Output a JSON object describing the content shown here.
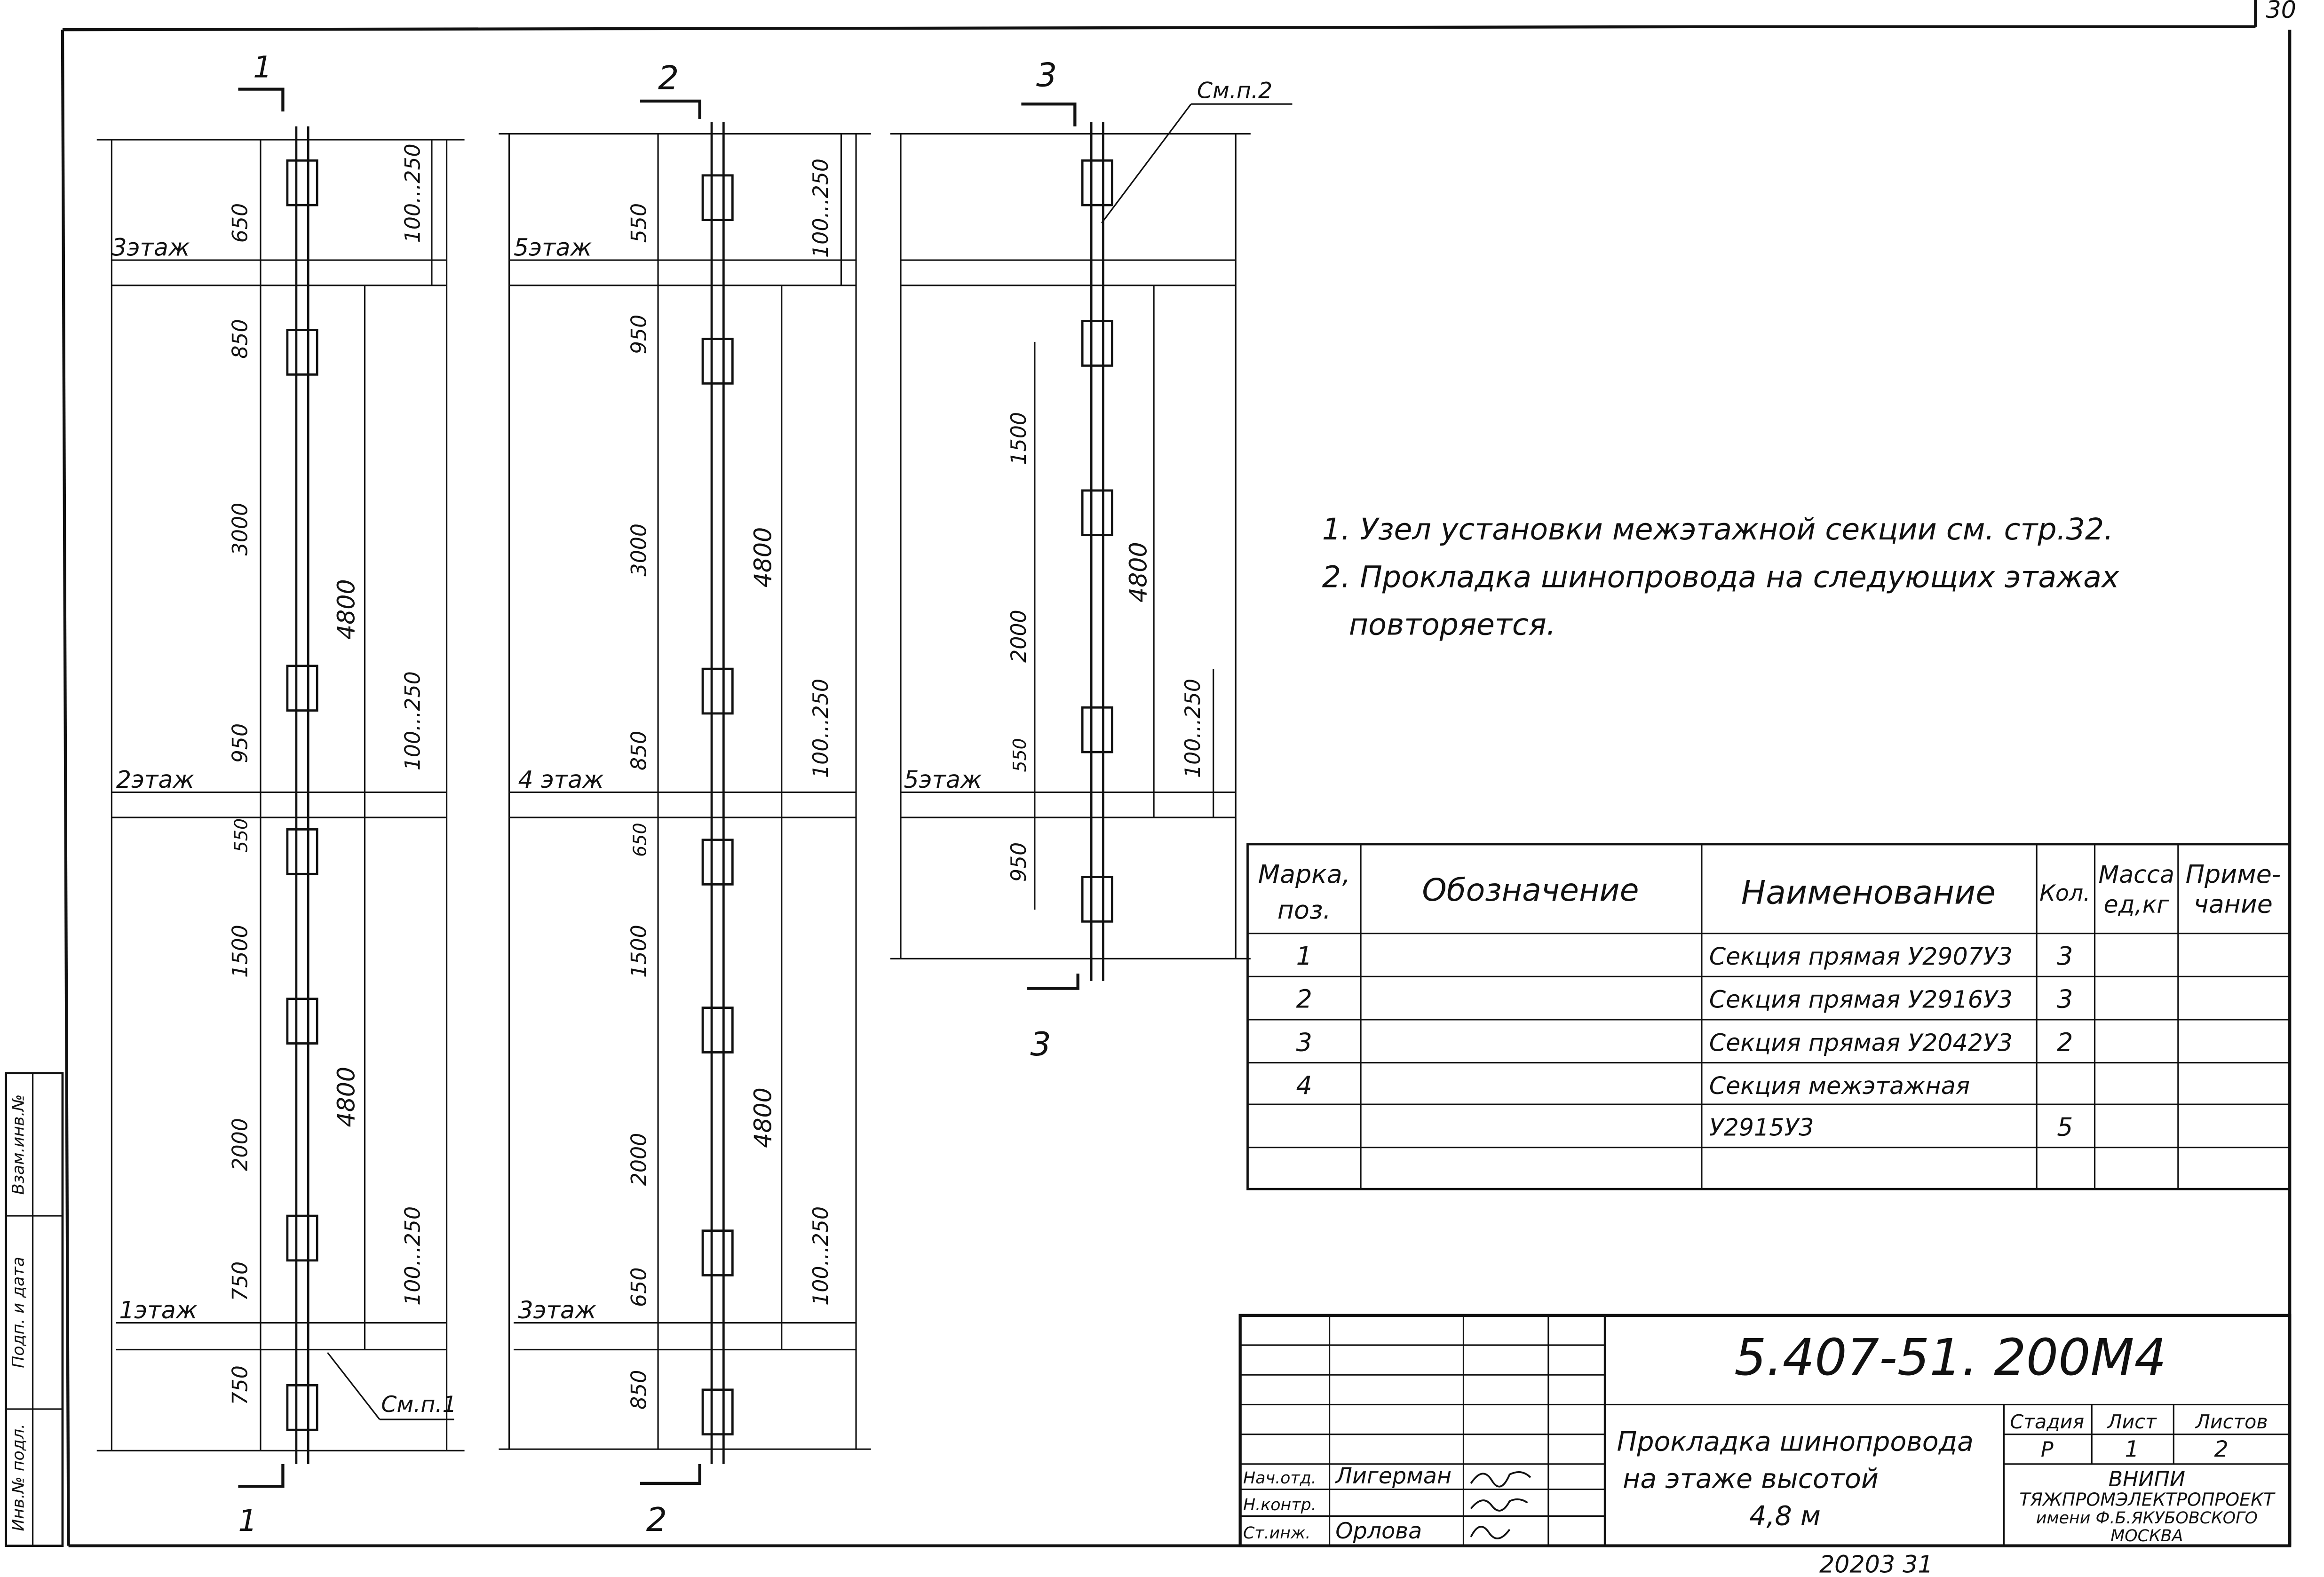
{
  "page_number": "30",
  "sections": {
    "s1": {
      "top_label": "1",
      "bottom_label": "1",
      "floors": [
        "3этаж",
        "2этаж",
        "1этаж"
      ],
      "dims_left": [
        "650",
        "850",
        "3000",
        "950",
        "550",
        "1500",
        "2000",
        "750",
        "750"
      ],
      "dims_height": [
        "4800",
        "4800"
      ],
      "dims_gap": [
        "100...250",
        "100...250",
        "100...250"
      ],
      "callout": "См.п.1"
    },
    "s2": {
      "top_label": "2",
      "bottom_label": "2",
      "floors": [
        "5этаж",
        "4 этаж",
        "3этаж"
      ],
      "dims_left": [
        "550",
        "950",
        "3000",
        "850",
        "650",
        "1500",
        "2000",
        "650",
        "850"
      ],
      "dims_height": [
        "4800",
        "4800"
      ],
      "dims_gap": [
        "100...250",
        "100...250",
        "100...250"
      ]
    },
    "s3": {
      "top_label": "3",
      "bottom_label": "3",
      "floors": [
        "5этаж"
      ],
      "dims_left": [
        "1500",
        "2000",
        "550",
        "950"
      ],
      "dims_height": [
        "4800"
      ],
      "dims_gap": [
        "100...250"
      ],
      "callout": "См.п.2"
    }
  },
  "notes": [
    "1. Узел установки межэтажной секции см. стр.32.",
    "2. Прокладка шинопровода на следующих этажах",
    "повторяется."
  ],
  "spec_table": {
    "headers": {
      "mark_1": "Марка,",
      "mark_2": "поз.",
      "designation": "Обозначение",
      "name": "Наименование",
      "qty": "Кол.",
      "mass_1": "Масса",
      "mass_2": "ед,кг",
      "note_1": "Приме-",
      "note_2": "чание"
    },
    "rows": [
      {
        "mark": "1",
        "name": "Секция прямая У2907У3",
        "qty": "3"
      },
      {
        "mark": "2",
        "name": "Секция прямая У2916У3",
        "qty": "3"
      },
      {
        "mark": "3",
        "name": "Секция прямая У2042У3",
        "qty": "2"
      },
      {
        "mark": "4",
        "name": "Секция межэтажная",
        "qty": ""
      },
      {
        "mark": "",
        "name": "У2915У3",
        "qty": "5"
      }
    ]
  },
  "title_block": {
    "code": "5.407-51. 200М4",
    "title_1": "Прокладка шинопровода",
    "title_2": "на этаже высотой",
    "title_3": "4,8 м",
    "stage_label": "Стадия",
    "sheet_label": "Лист",
    "sheets_label": "Листов",
    "stage": "Р",
    "sheet": "1",
    "sheets": "2",
    "org_1": "ВНИПИ",
    "org_2": "ТЯЖПРОМЭЛЕКТРОПРОЕКТ",
    "org_3": "имени Ф.Б.ЯКУБОВСКОГО",
    "org_4": "МОСКВА",
    "roles": [
      {
        "role": "Нач.отд.",
        "name": "Лигерман"
      },
      {
        "role": "Н.контр.",
        "name": ""
      },
      {
        "role": "Ст.инж.",
        "name": "Орлова"
      }
    ]
  },
  "side_stamp": [
    "Взам.инв.№",
    "Подп. и дата",
    "Инв.№ подл."
  ],
  "footer": "20203   31"
}
